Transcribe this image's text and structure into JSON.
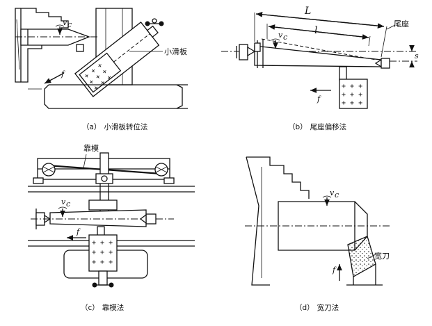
{
  "panels": {
    "a": {
      "caption_letter": "（a）",
      "caption_text": "小滑板转位法",
      "label_small_slide": "小滑板",
      "label_vc": "v",
      "label_vc_sub": "c",
      "label_f": "f"
    },
    "b": {
      "caption_letter": "（b）",
      "caption_text": "尾座偏移法",
      "label_L": "L",
      "label_l": "l",
      "label_tailstock": "尾座",
      "label_s": "s",
      "label_vc": "v",
      "label_vc_sub": "c",
      "label_f": "f"
    },
    "c": {
      "caption_letter": "（c）",
      "caption_text": "靠模法",
      "label_template": "靠模",
      "label_vc": "v",
      "label_vc_sub": "c",
      "label_f": "f"
    },
    "d": {
      "caption_letter": "（d）",
      "caption_text": "宽刀法",
      "label_wide_tool": "宽刀",
      "label_vc": "v",
      "label_vc_sub": "c",
      "label_f": "f"
    }
  }
}
